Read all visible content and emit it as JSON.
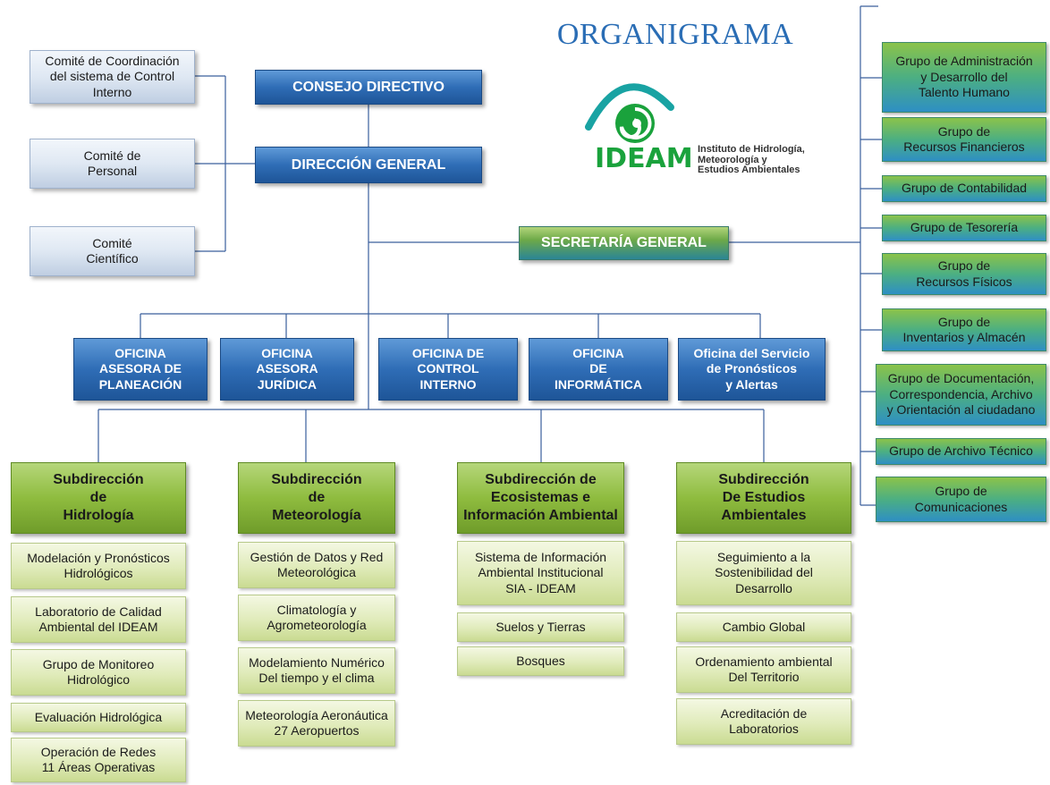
{
  "title": "ORGANIGRAMA",
  "logo": {
    "name": "IDEAM",
    "subtitle": "Instituto de Hidrología,\nMeteorología y\nEstudios Ambientales",
    "icon": "ideam-swirl-logo"
  },
  "committees": [
    "Comité de Coordinación\ndel sistema de Control\nInterno",
    "Comité de\nPersonal",
    "Comité\nCientífico"
  ],
  "main": {
    "consejo": "CONSEJO  DIRECTIVO",
    "direccion": "DIRECCIÓN GENERAL",
    "secretaria": "SECRETARÍA GENERAL"
  },
  "offices": [
    "OFICINA\nASESORA DE\nPLANEACIÓN",
    "OFICINA\nASESORA\nJURÍDICA",
    "OFICINA DE\nCONTROL\nINTERNO",
    "OFICINA\nDE\nINFORMÁTICA",
    "Oficina del Servicio\nde Pronósticos\ny Alertas"
  ],
  "subdirecciones": [
    {
      "title": "Subdirección\nde\nHidrología",
      "items": [
        "Modelación y Pronósticos\nHidrológicos",
        "Laboratorio de Calidad\nAmbiental del IDEAM",
        "Grupo de Monitoreo\nHidrológico",
        "Evaluación Hidrológica",
        "Operación de Redes\n11 Áreas Operativas"
      ]
    },
    {
      "title": "Subdirección\nde\nMeteorología",
      "items": [
        "Gestión de Datos y Red\nMeteorológica",
        "Climatología y\nAgrometeorología",
        "Modelamiento Numérico\nDel tiempo y el clima",
        "Meteorología Aeronáutica\n27 Aeropuertos"
      ]
    },
    {
      "title": "Subdirección de\nEcosistemas e\nInformación Ambiental",
      "items": [
        "Sistema de Información\nAmbiental Institucional\nSIA - IDEAM",
        "Suelos y Tierras",
        "Bosques"
      ]
    },
    {
      "title": "Subdirección\nDe Estudios\nAmbientales",
      "items": [
        "Seguimiento a la\nSostenibilidad del\nDesarrollo",
        "Cambio Global",
        "Ordenamiento ambiental\nDel Territorio",
        "Acreditación de\nLaboratorios"
      ]
    }
  ],
  "groups": [
    "Grupo de Administración\ny Desarrollo del\nTalento Humano",
    "Grupo  de\nRecursos Financieros",
    "Grupo  de Contabilidad",
    "Grupo  de Tesorería",
    "Grupo  de\nRecursos Físicos",
    "Grupo  de\nInventarios y Almacén",
    "Grupo  de Documentación,\nCorrespondencia, Archivo\ny Orientación al ciudadano",
    "Grupo  de Archivo Técnico",
    "Grupo  de\nComunicaciones"
  ],
  "colors": {
    "connector": "#3a5f9c",
    "title": "#2a6db5",
    "logo_green": "#1aa23c",
    "logo_teal": "#19a3a3"
  }
}
